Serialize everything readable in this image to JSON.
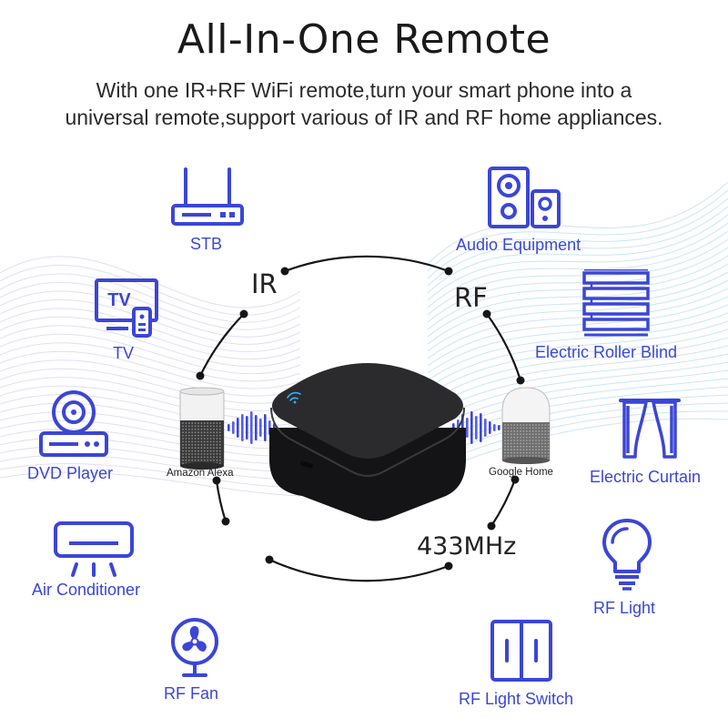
{
  "header": {
    "title": "All-In-One Remote",
    "subtitle_line1": "With one IR+RF WiFi remote,turn your smart phone into a",
    "subtitle_line2": "universal remote,support various of IR and RF home appliances."
  },
  "protocols": {
    "ir": "IR",
    "rf": "RF",
    "frequency": "433MHz"
  },
  "assistants": {
    "left": "Amazon Alexa",
    "right": "Google Home"
  },
  "devices_ir": {
    "stb": "STB",
    "tv": "TV",
    "tv_screen_text": "TV",
    "dvd": "DVD Player",
    "ac": "Air Conditioner",
    "fan": "RF Fan"
  },
  "devices_rf": {
    "audio": "Audio Equipment",
    "blind": "Electric Roller Blind",
    "curtain": "Electric Curtain",
    "light": "RF Light",
    "switch": "RF Light Switch"
  },
  "colors": {
    "accent": "#3b46d6",
    "hub": "#1f1f21",
    "hub_led": "#2fb2ff",
    "text": "#1a1a1a"
  }
}
